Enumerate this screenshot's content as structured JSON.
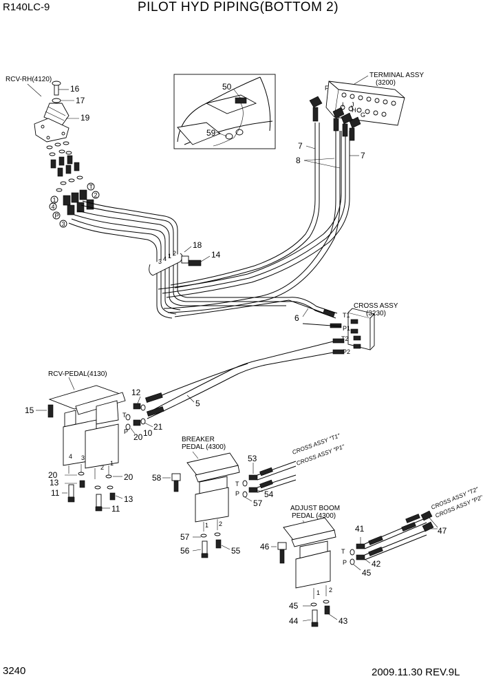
{
  "header": {
    "model": "R140LC-9",
    "title": "PILOT HYD PIPING(BOTTOM 2)"
  },
  "footer": {
    "page": "3240",
    "date_rev": "2009.11.30  REV.9L"
  },
  "assemblies": {
    "rcv_rh": "RCV-RH(4120)",
    "terminal": "TERMINAL ASSY",
    "terminal_code": "(3200)",
    "cross": "CROSS ASSY",
    "cross_code": "(3230)",
    "rcv_pedal": "RCV-PEDAL(4130)",
    "breaker": "BREAKER",
    "breaker2": "PEDAL (4300)",
    "adjust": "ADJUST BOOM",
    "adjust2": "PEDAL (4300)"
  },
  "callouts": {
    "n16": "16",
    "n17": "17",
    "n19": "19",
    "n50": "50",
    "n59": "59",
    "n7a": "7",
    "n7b": "7",
    "n8": "8",
    "n18": "18",
    "n14": "14",
    "n6": "6",
    "n12": "12",
    "n15": "15",
    "n5": "5",
    "n20a": "20",
    "n21": "21",
    "n10": "10",
    "n20b": "20",
    "n20c": "20",
    "n13a": "13",
    "n13b": "13",
    "n11a": "11",
    "n11b": "11",
    "n53": "53",
    "n58": "58",
    "n54": "54",
    "n57a": "57",
    "n57b": "57",
    "n56": "56",
    "n55": "55",
    "n41": "41",
    "n47": "47",
    "n46": "46",
    "n42": "42",
    "n45a": "45",
    "n45b": "45",
    "n44": "44",
    "n43": "43"
  },
  "ports": {
    "p1": "1",
    "p2": "2",
    "p3": "3",
    "p4": "4",
    "pT": "T",
    "pP": "P",
    "t1": "T1",
    "pp1": "P1",
    "t2": "T2",
    "pp2": "P2",
    "F": "F",
    "I": "I",
    "H": "H",
    "G": "G",
    "J": "J",
    "b1": "1",
    "b2": "2",
    "b3": "3",
    "b4": "4",
    "b5": "T",
    "b6": "P"
  },
  "hose_tags": {
    "ct1": "CROSS ASSY \"T1\"",
    "cp1": "CROSS ASSY \"P1\"",
    "ct2": "CROSS ASSY \"T2\"",
    "cp2": "CROSS ASSY \"P2\""
  }
}
